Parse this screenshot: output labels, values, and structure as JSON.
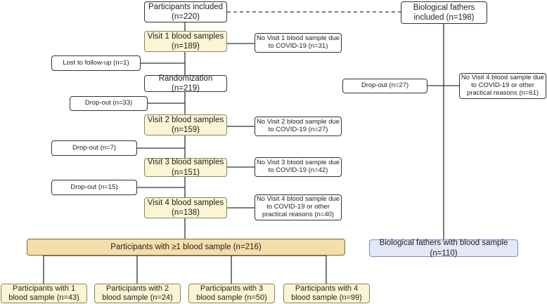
{
  "boxes": {
    "participants_included": [
      "Participants included",
      "(n=220)"
    ],
    "fathers_included": [
      "Biological fathers",
      "included (n=198)"
    ],
    "visit1": [
      "Visit 1 blood samples",
      "(n=189)"
    ],
    "no_visit1": [
      "No Visit 1 blood sample due",
      "to COVID-19 (n=31)"
    ],
    "lost_followup": [
      "Lost to follow-up (n=1)"
    ],
    "randomization": [
      "Randomization (n=219)"
    ],
    "father_dropout": [
      "Drop-out (n=27)"
    ],
    "father_no_visit4": [
      "No Visit 4 blood sample due",
      "to COVID-19 or other",
      "practical reasons (n=61)"
    ],
    "dropout1": [
      "Drop-out (n=33)"
    ],
    "visit2": [
      "Visit 2 blood samples",
      "(n=159)"
    ],
    "no_visit2": [
      "No Visit 2 blood sample due",
      "to COVID-19 (n=27)"
    ],
    "dropout2": [
      "Drop-out (n=7)"
    ],
    "visit3": [
      "Visit 3 blood samples",
      "(n=151)"
    ],
    "no_visit3": [
      "No Visit 3 blood sample due",
      "to COVID-19 (n=42)"
    ],
    "dropout3": [
      "Drop-out (n=15)"
    ],
    "visit4": [
      "Visit 4 blood samples",
      "(n=138)"
    ],
    "no_visit4": [
      "No Visit 4 blood sample due",
      "to COVID-19 or other",
      "practical reasons (n=40)"
    ],
    "participants_ge1": [
      "Participants with ≥1 blood sample (n=216)"
    ],
    "fathers_with_sample": [
      "Biological fathers with blood sample (n=110)"
    ],
    "with1": [
      "Participants with 1",
      "blood sample (n=43)"
    ],
    "with2": [
      "Participants with 2",
      "blood sample (n=24)"
    ],
    "with3": [
      "Participants with 3",
      "blood sample (n=50)"
    ],
    "with4": [
      "Participants with 4",
      "blood sample (n=99)"
    ]
  },
  "colors": {
    "visit_fill": "#fbf5d4",
    "summary_fill": "#f6deaa",
    "fathers_fill": "#e3e8f8",
    "line": "#333333"
  }
}
